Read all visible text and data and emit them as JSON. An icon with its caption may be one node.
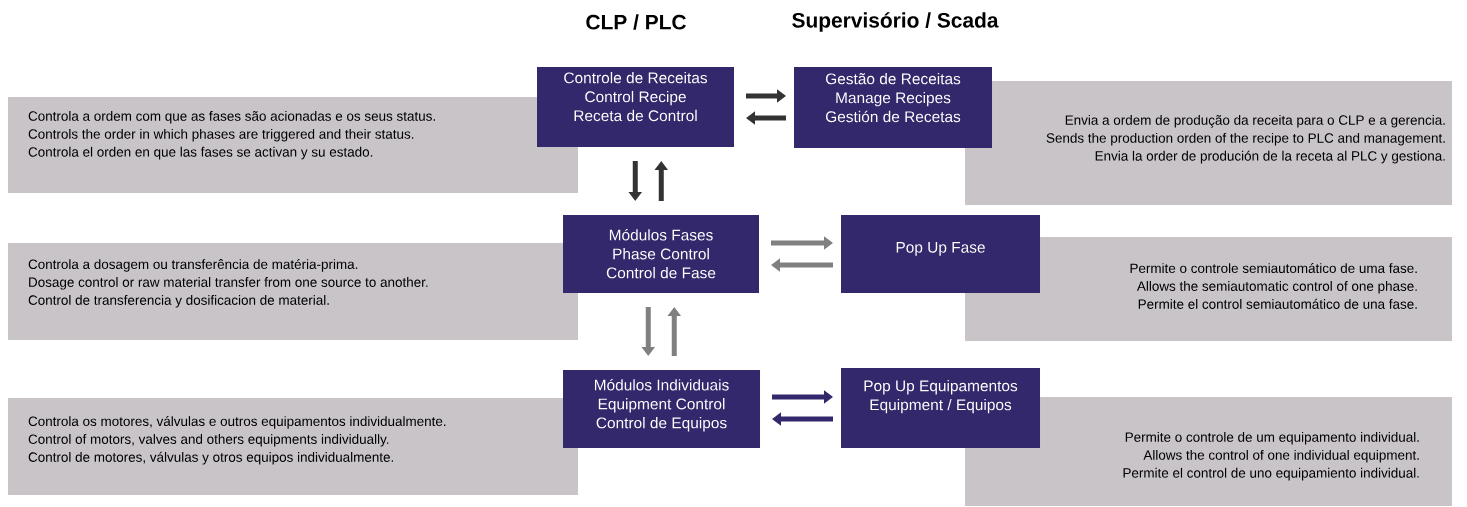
{
  "diagram": {
    "nodes": [
      {
        "text": [
          "Controla  a ordem com que as fases são acionadas e os seus status.",
          "Controls the order in which phases are triggered and their  status.",
          "Controla el orden en que las fases se activan y su estado."
        ]
      },
      {
        "text": [
          "Controle  de Receitas",
          "Control Recipe",
          "Receta de Control"
        ]
      },
      {
        "text": [
          "Gestão de Receitas",
          "Manage Recipes",
          "Gestión de Recetas"
        ]
      },
      {
        "text": [
          "Envia a ordem de produção da receita para o CLP e a gerencia.",
          "Sends the production orden of the recipe to PLC and management.",
          "Envia la order de produción de la receta al PLC y gestiona."
        ]
      },
      {
        "text": [
          "Controla a dosagem ou transferência de matéria-prima.",
          "Dosage control or raw material transfer from one source to another.",
          "Control de transferencia y dosificacion de material."
        ]
      },
      {
        "text": [
          "Módulos Fases",
          "Phase Control",
          "Control de Fase"
        ]
      },
      {
        "text": [
          "Pop Up Fase"
        ]
      },
      {
        "text": [
          "Permite o controle semiautomático de uma fase.",
          "Allows the semiautomatic control of one phase.",
          "Permite el control semiautomático de una fase."
        ]
      },
      {
        "text": [
          "Controla os motores, válvulas e outros equipamentos individualmente.",
          "Control of motors, valves and others equipments individually.",
          "Control de motores, válvulas y otros equipos individualmente."
        ]
      },
      {
        "text": [
          "Módulos  Individuais",
          "Equipment Control",
          "Control de Equipos"
        ]
      },
      {
        "text": [
          "Pop Up Equipamentos",
          "Equipment /  Equipos"
        ]
      },
      {
        "text": [
          "Permite o controle de um equipamento individual.",
          "Allows the control of one individual equipment.",
          "Permite el control de uno equipamiento individual."
        ]
      }
    ],
    "edges": [
      {
        "from": 1,
        "to": 2,
        "arrow": "to",
        "color": "#333333"
      },
      {
        "from": 2,
        "to": 1,
        "arrow": "to",
        "color": "#333333"
      },
      {
        "from": 1,
        "to": 5,
        "arrow": "to",
        "color": "#333333"
      },
      {
        "from": 5,
        "to": 1,
        "arrow": "to",
        "color": "#333333"
      },
      {
        "from": 5,
        "to": 6,
        "arrow": "to",
        "color": "#808080"
      },
      {
        "from": 6,
        "to": 5,
        "arrow": "to",
        "color": "#808080"
      },
      {
        "from": 5,
        "to": 9,
        "arrow": "to",
        "color": "#808080"
      },
      {
        "from": 9,
        "to": 5,
        "arrow": "to",
        "color": "#808080"
      },
      {
        "from": 9,
        "to": 10,
        "arrow": "to",
        "color": "#33286b"
      },
      {
        "from": 10,
        "to": 9,
        "arrow": "to",
        "color": "#33286b"
      }
    ],
    "labels": [
      "CLP / PLC",
      "Supervisório / Scada"
    ]
  }
}
